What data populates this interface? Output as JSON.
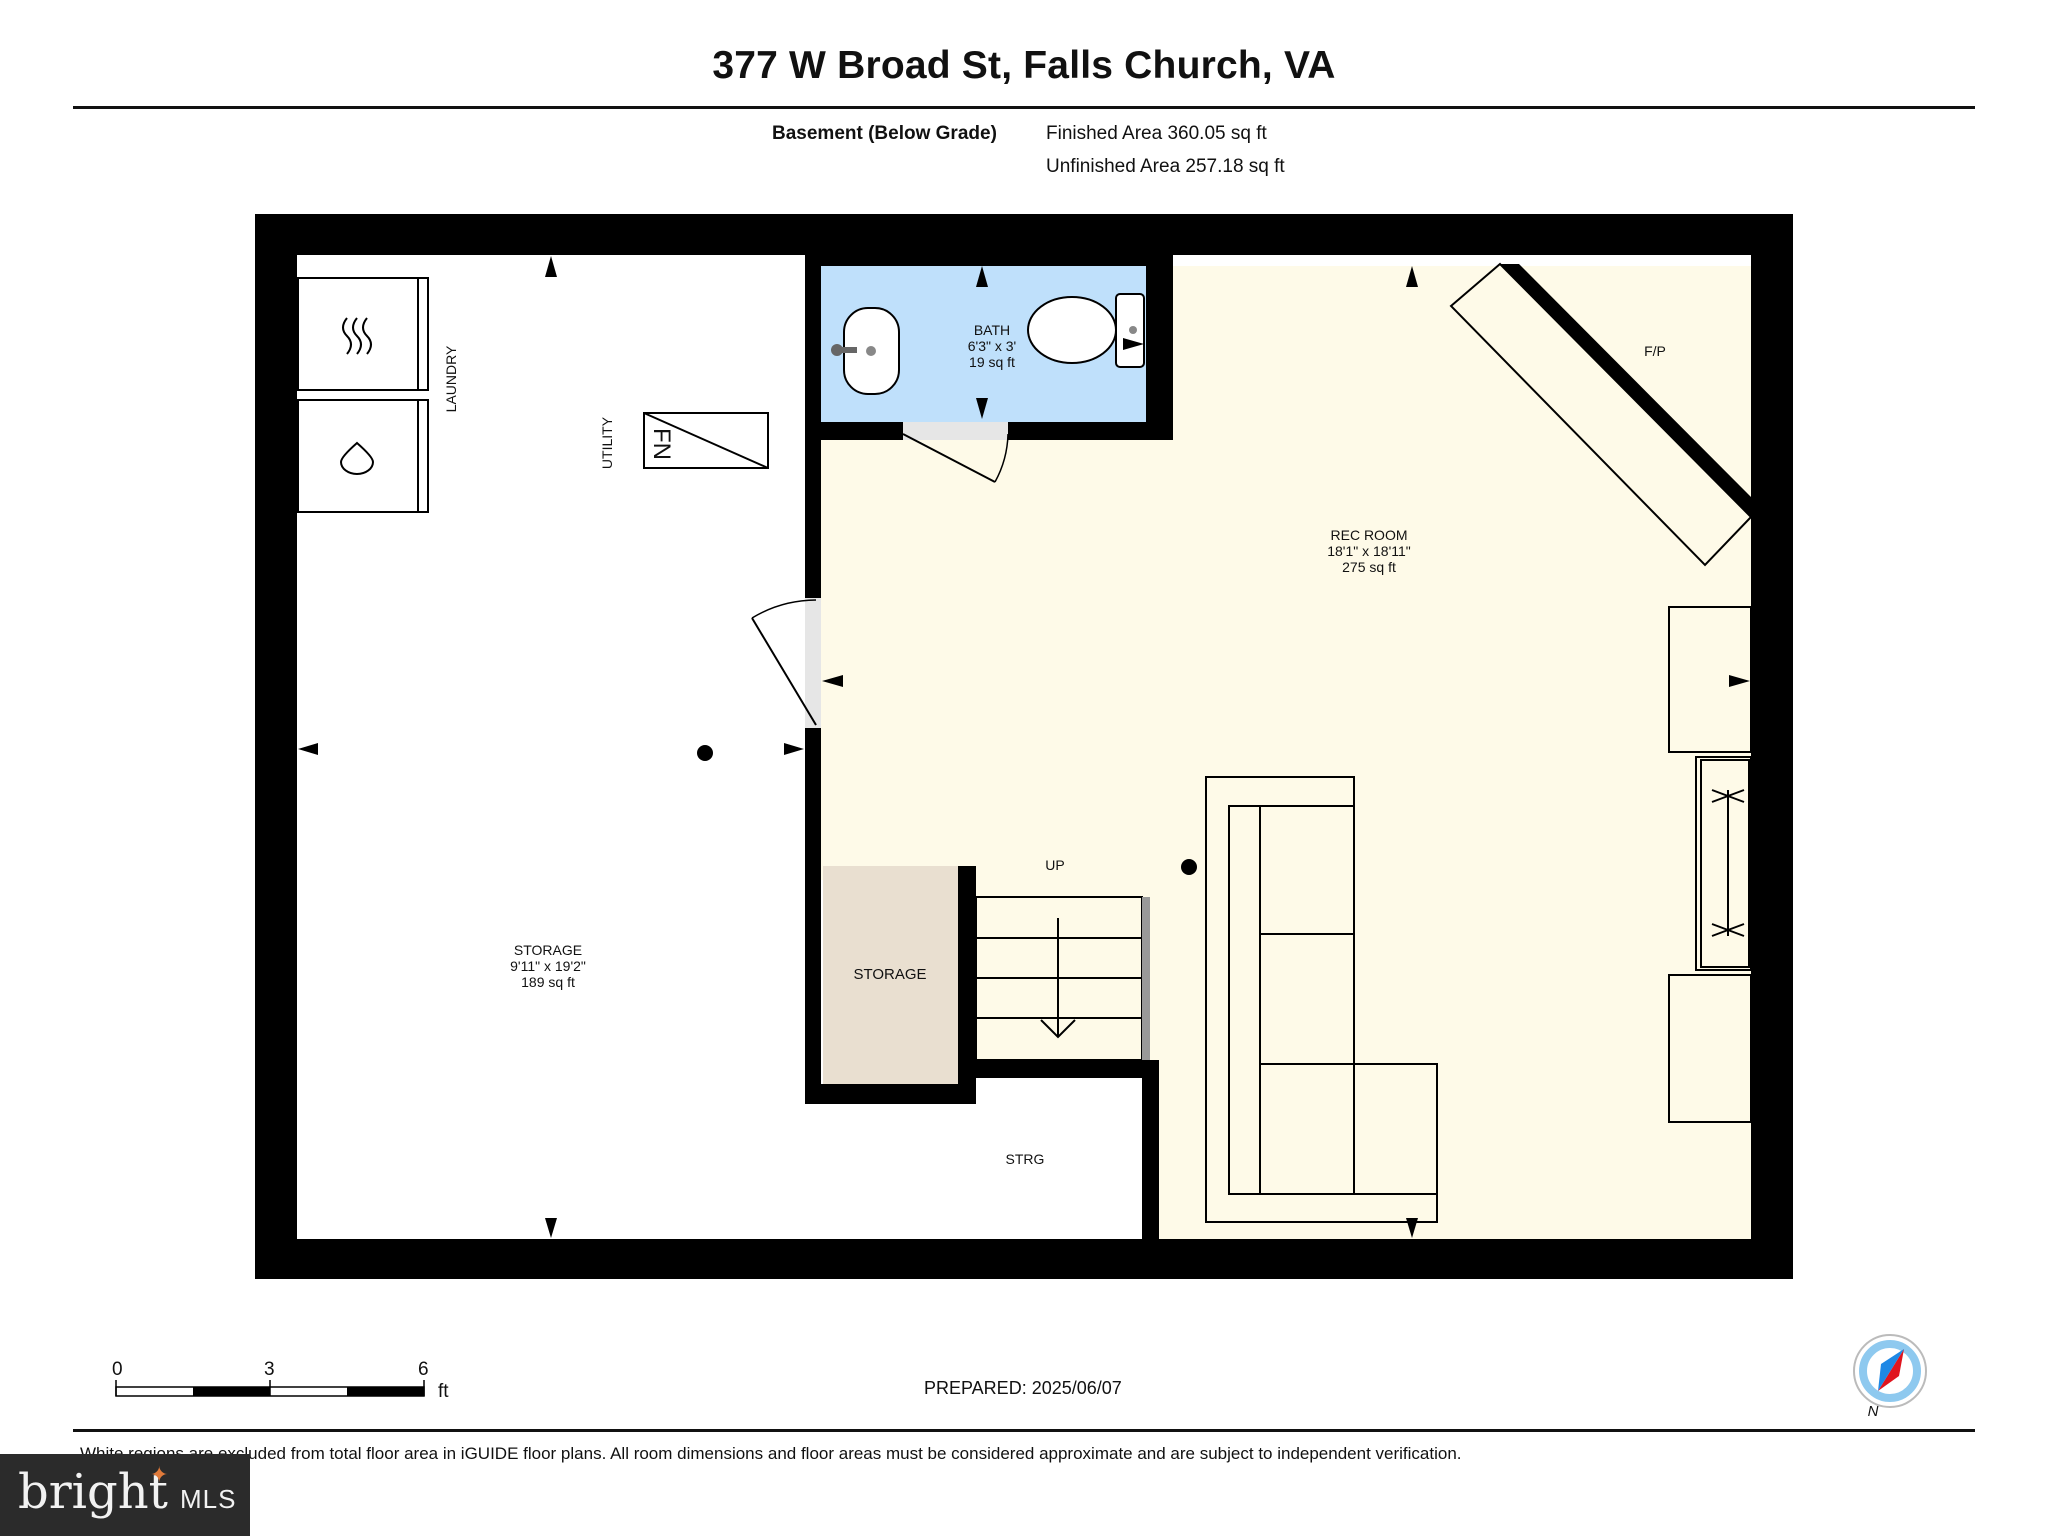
{
  "header": {
    "address": "377 W Broad St, Falls Church, VA",
    "level_name": "Basement (Below Grade)",
    "finished_area": "Finished Area 360.05 sq ft",
    "unfinished_area": "Unfinished Area 257.18 sq ft"
  },
  "rooms": {
    "bath": {
      "name": "BATH",
      "dims": "6'3\" x 3'",
      "area": "19 sq ft"
    },
    "rec_room": {
      "name": "REC ROOM",
      "dims": "18'1\" x 18'11\"",
      "area": "275 sq ft"
    },
    "storage_main": {
      "name": "STORAGE",
      "dims": "9'11\" x 19'2\"",
      "area": "189 sq ft"
    },
    "storage_small": {
      "name": "STORAGE"
    },
    "strg": {
      "name": "STRG"
    },
    "laundry": {
      "name": "LAUNDRY"
    },
    "utility": {
      "name": "UTILITY"
    },
    "fireplace": {
      "name": "F/P"
    },
    "stairs": {
      "name": "UP"
    },
    "furnace": {
      "name": "FN"
    }
  },
  "colors": {
    "wall": "#000000",
    "bath_fill": "#bfe0fb",
    "rec_fill": "#fefae8",
    "storage_small_fill": "#e9dfd0",
    "unfinished_fill": "#ffffff",
    "compass_arrow": "#e0141e",
    "compass_ring": "#8ec9ef"
  },
  "scale": {
    "ticks": [
      "0",
      "3",
      "6"
    ],
    "unit": "ft"
  },
  "footer": {
    "prepared": "PREPARED: 2025/06/07",
    "disclaimer": "White regions are excluded from total floor area in iGUIDE floor plans. All room dimensions and floor areas must be considered approximate and are subject to independent verification.",
    "compass_label": "N",
    "brand_word": "bright",
    "brand_suffix": "MLS"
  }
}
